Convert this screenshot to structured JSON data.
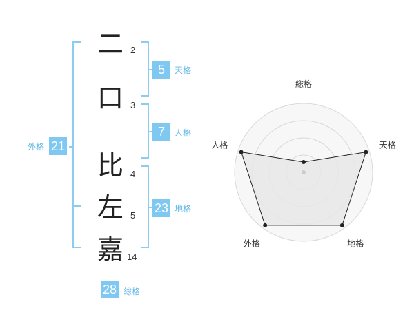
{
  "name": {
    "characters": [
      {
        "char": "二",
        "strokes": "2"
      },
      {
        "char": "口",
        "strokes": "3"
      },
      {
        "char": "比",
        "strokes": "4"
      },
      {
        "char": "左",
        "strokes": "5"
      },
      {
        "char": "嘉",
        "strokes": "14"
      }
    ]
  },
  "kaku": {
    "tenkaku": {
      "value": "5",
      "label": "天格"
    },
    "jinkaku": {
      "value": "7",
      "label": "人格"
    },
    "chikaku": {
      "value": "23",
      "label": "地格"
    },
    "gaikaku": {
      "value": "21",
      "label": "外格"
    },
    "soukaku": {
      "value": "28",
      "label": "総格"
    }
  },
  "colors": {
    "accent": "#7fc8f2",
    "bracket": "#8dccf0",
    "radar_fill": "#e8e8e8",
    "radar_grid": "#d8d8d8",
    "radar_line": "#222222"
  },
  "chart_data": {
    "type": "radar",
    "axes": [
      "総格",
      "天格",
      "地格",
      "外格",
      "人格"
    ],
    "values": [
      0.15,
      0.95,
      0.95,
      0.95,
      0.95
    ],
    "rings": 4,
    "range": [
      0,
      1
    ]
  }
}
